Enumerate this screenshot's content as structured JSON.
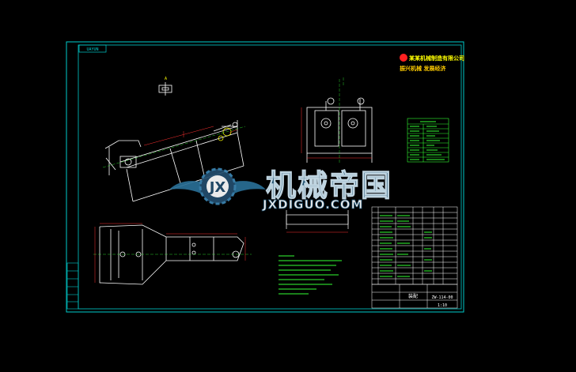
{
  "drawing": {
    "corner_label": "UAYUN",
    "company_name": "某某机械制造有限公司",
    "company_slogan": "振兴机械 发展经济",
    "top_small_label": "A",
    "title_block_label": "装配",
    "drawing_no": "ZW-114-00",
    "scale": "1:10"
  },
  "watermark": {
    "title": "机械帝国",
    "url": "JXDIGUO.COM"
  },
  "colors": {
    "frame": "#00cccc",
    "line": "#ffffff",
    "dim": "#ff3030",
    "green": "#33ff33",
    "yellow": "#ffff00",
    "watermark": "#1e4d6b"
  }
}
